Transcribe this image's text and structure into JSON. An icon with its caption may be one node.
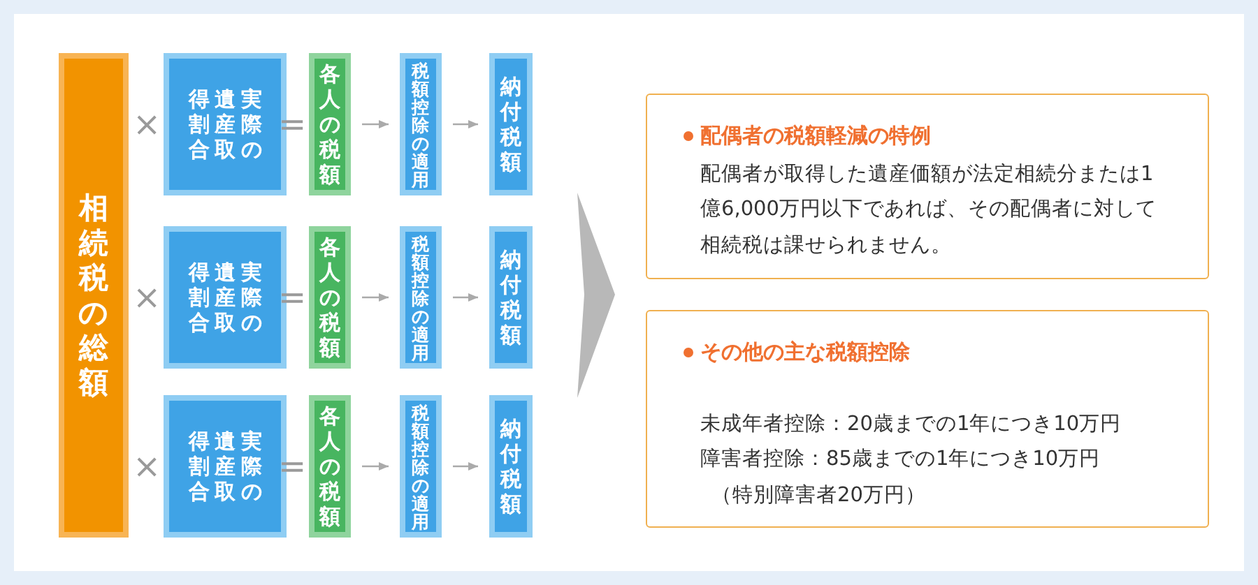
{
  "diagram": {
    "nodes": [
      {
        "text": [
          "相続税の総額"
        ]
      },
      {
        "text": [
          "実際の遺産取得割合"
        ]
      },
      {
        "text": [
          "各人の税額"
        ]
      },
      {
        "text": [
          "税額控除の適用"
        ]
      },
      {
        "text": [
          "納付税額"
        ]
      },
      {
        "text": [
          "実際の遺産取得割合"
        ]
      },
      {
        "text": [
          "各人の税額"
        ]
      },
      {
        "text": [
          "税額控除の適用"
        ]
      },
      {
        "text": [
          "納付税額"
        ]
      },
      {
        "text": [
          "実際の遺産取得割合"
        ]
      },
      {
        "text": [
          "各人の税額"
        ]
      },
      {
        "text": [
          "税額控除の適用"
        ]
      },
      {
        "text": [
          "納付税額"
        ]
      },
      {
        "text": [
          "配偶者の税額軽減の特例",
          "配偶者が取得した遺産価額が法定相続分または1億6,000万円以下であれば、その配偶者に対して相続税は課せられません。"
        ]
      },
      {
        "text": [
          "その他の主な税額控除",
          "未成年者控除：20歳までの1年につき10万円",
          "障害者控除：85歳までの1年につき10万円",
          "（特別障害者20万円）"
        ]
      }
    ],
    "edges": [
      {
        "from": 2,
        "to": 3,
        "arrow": "to"
      },
      {
        "from": 3,
        "to": 4,
        "arrow": "to"
      },
      {
        "from": 6,
        "to": 7,
        "arrow": "to"
      },
      {
        "from": 7,
        "to": 8,
        "arrow": "to"
      },
      {
        "from": 10,
        "to": 11,
        "arrow": "to"
      },
      {
        "from": 11,
        "to": 12,
        "arrow": "to"
      }
    ],
    "labels": [
      "×",
      "=",
      "×",
      "=",
      "×",
      "="
    ]
  }
}
